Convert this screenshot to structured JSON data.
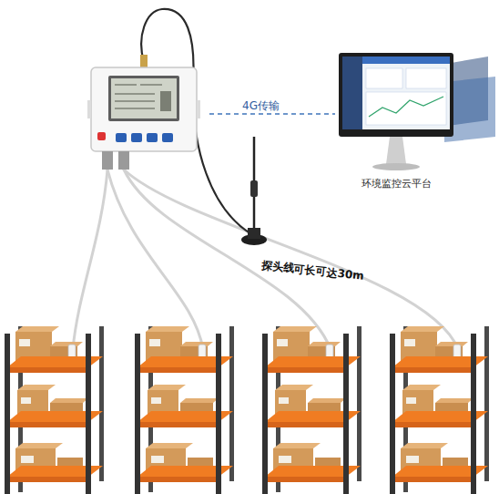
{
  "diagram": {
    "nodes": [
      {
        "text": [
          "环境监控云平台"
        ]
      }
    ],
    "labels": [
      "4G传输",
      "探头线可长可达30m"
    ]
  }
}
